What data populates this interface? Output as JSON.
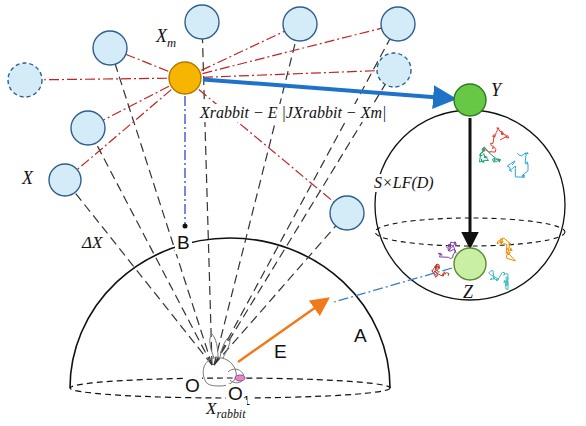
{
  "diagram": {
    "nodes": [
      {
        "text": [
          "Xm"
        ]
      },
      {
        "text": [
          "X"
        ]
      },
      {
        "text": [
          "Y"
        ]
      },
      {
        "text": [
          "Z"
        ]
      }
    ],
    "edges": [
      {
        "from": 0,
        "to": 2,
        "arrow": "to",
        "label": "Xrabbit − E |JXrabbit − Xm|"
      },
      {
        "from": 2,
        "to": 3,
        "arrow": "to",
        "label": "S×LF(D)"
      }
    ],
    "labels": [
      "ΔX",
      "B",
      "O",
      "O1",
      "E",
      "A",
      "Xrabbit"
    ]
  }
}
